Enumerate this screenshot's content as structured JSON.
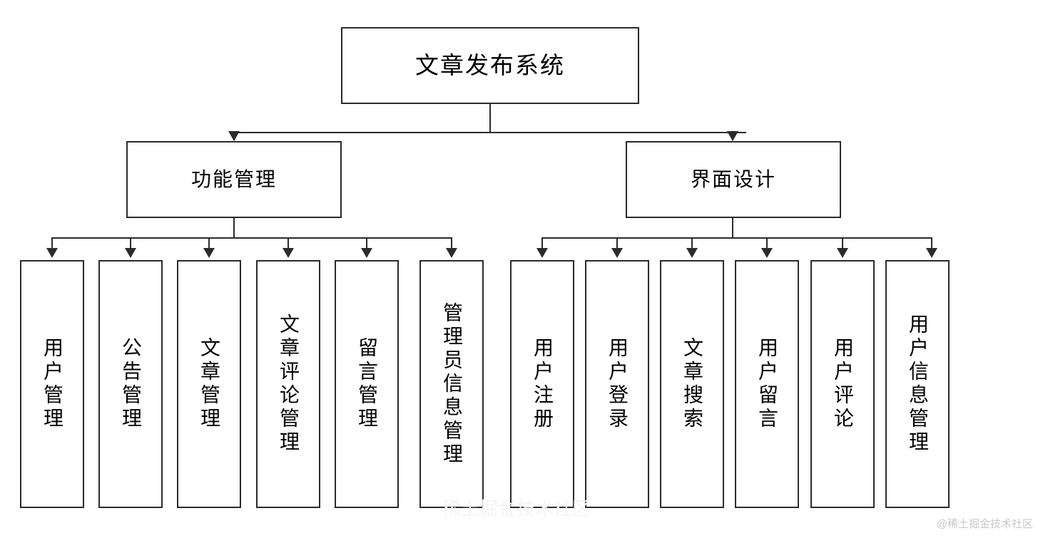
{
  "diagram": {
    "title": "文章发布系统",
    "root": {
      "label": "文章发布系统"
    },
    "branches": [
      {
        "label": "功能管理"
      },
      {
        "label": "界面设计"
      }
    ],
    "leaves_left": [
      {
        "label": "用户管理"
      },
      {
        "label": "公告管理"
      },
      {
        "label": "文章管理"
      },
      {
        "label": "文章评论管理"
      },
      {
        "label": "留言管理"
      },
      {
        "label": "管理员信息管理"
      }
    ],
    "leaves_right": [
      {
        "label": "用户注册"
      },
      {
        "label": "用户登录"
      },
      {
        "label": "文章搜索"
      },
      {
        "label": "用户留言"
      },
      {
        "label": "用户评论"
      },
      {
        "label": "用户信息管理"
      }
    ],
    "colors": {
      "border": "#2b2b2b",
      "background": "#ffffff",
      "text": "#000000",
      "watermark": "#c9c9c9"
    }
  },
  "watermark": {
    "corner": "@稀土掘金技术社区",
    "center": "稀土掘金技术社区"
  }
}
